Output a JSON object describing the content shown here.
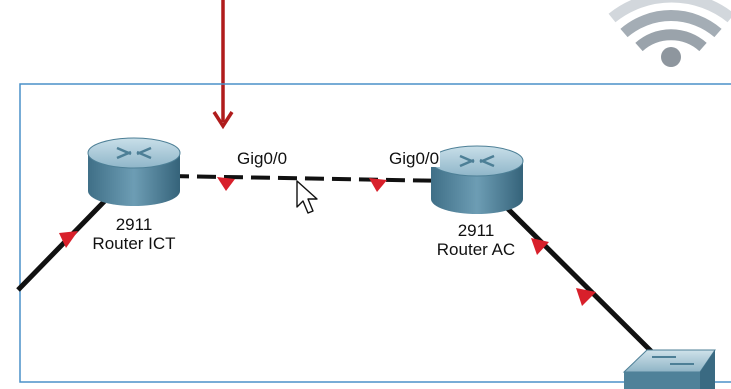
{
  "devices": [
    {
      "id": "router-ict",
      "model": "2911",
      "name": "Router ICT"
    },
    {
      "id": "router-ac",
      "model": "2911",
      "name": "Router AC"
    },
    {
      "id": "switch",
      "model": "",
      "name": ""
    }
  ],
  "link": {
    "left_port": "Gig0/0",
    "right_port": "Gig0/0",
    "style": "dashed",
    "status": "down"
  },
  "icons": {
    "wireless": "wifi-icon",
    "pointer": "arrow-down-icon",
    "cursor": "mouse-cursor-icon"
  },
  "colors": {
    "workspace_border": "#4a90c8",
    "router_body": "#5e8fa8",
    "link_down_marker": "#d8202b",
    "pointer_arrow": "#b01c1c",
    "wifi": "#9aa3ab"
  }
}
